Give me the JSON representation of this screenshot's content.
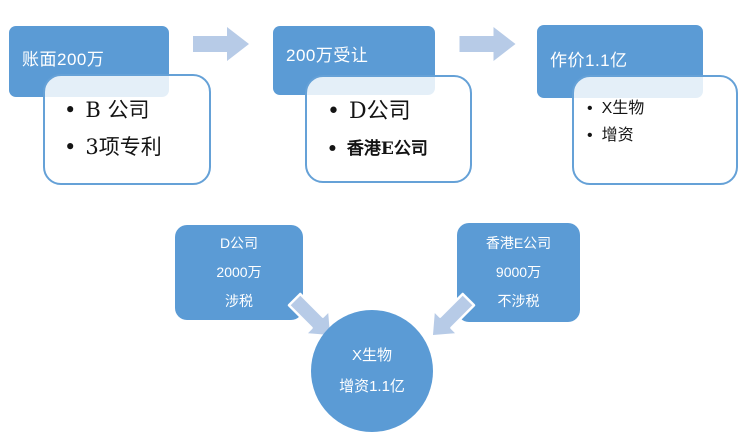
{
  "bullet": "•",
  "colors": {
    "primary": "#5b9bd5",
    "arrow_light": "#b7cbe7",
    "white_box_border": "#65a1d7"
  },
  "flow": {
    "steps": [
      {
        "header": "账面200万",
        "items": [
          "B 公司",
          "3项专利"
        ]
      },
      {
        "header": "200万受让",
        "items": [
          "D公司",
          "香港E公司"
        ]
      },
      {
        "header": "作价1.1亿",
        "items": [
          "X生物",
          "增资"
        ]
      }
    ]
  },
  "converge": {
    "sources": [
      {
        "lines": [
          "D公司",
          "2000万",
          "涉税"
        ]
      },
      {
        "lines": [
          "香港E公司",
          "9000万",
          "不涉税"
        ]
      }
    ],
    "target": {
      "lines": [
        "X生物",
        "增资1.1亿"
      ]
    }
  }
}
